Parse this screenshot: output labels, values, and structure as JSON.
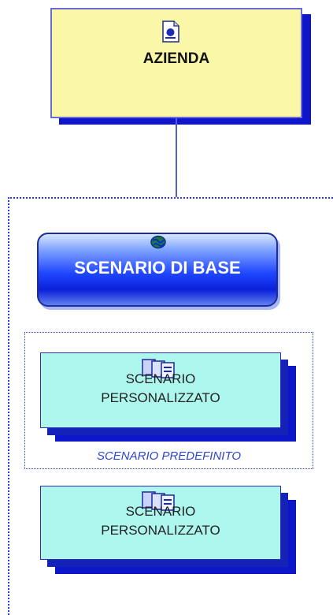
{
  "azienda": {
    "label": "AZIENDA"
  },
  "scenario_base": {
    "label": "SCENARIO DI BASE"
  },
  "predefinito_group": {
    "caption": "SCENARIO PREDEFINITO"
  },
  "custom_scenarios": [
    {
      "line1": "SCENARIO",
      "line2": "PERSONALIZZATO"
    },
    {
      "line1": "SCENARIO",
      "line2": "PERSONALIZZATO"
    }
  ],
  "colors": {
    "azienda_fill": "#fbf7a9",
    "shadow": "#0d16c8",
    "base_fill": "#1f47ff",
    "card_fill": "#aef7ef",
    "dotted_border": "#2c3bd6",
    "caption": "#2c44d8"
  },
  "icons": {
    "azienda": "document-icon",
    "base": "globe-icon",
    "custom": "documents-icon"
  }
}
